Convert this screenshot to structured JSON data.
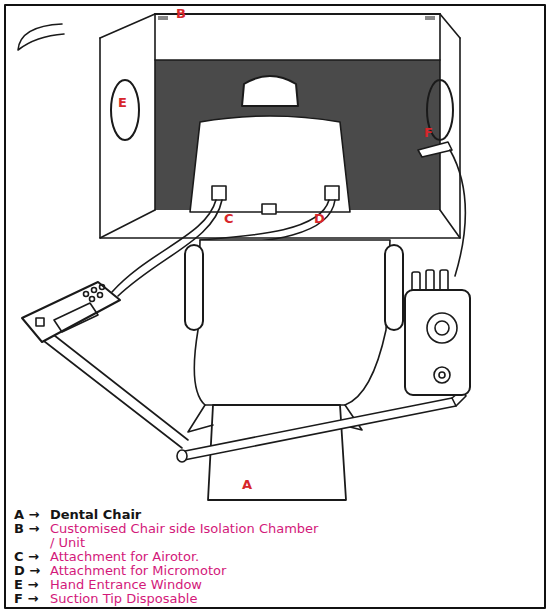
{
  "diagram": {
    "labels": [
      "B",
      "E",
      "F",
      "C",
      "D",
      "A",
      "A →",
      "Dental Chair",
      "B →",
      "Customised Chair side Isolation Chamber / Unit",
      "C →",
      "Attachment for Airotor.",
      "D →",
      "Attachment for Micromotor",
      "E →",
      "Hand Entrance Window",
      "F →",
      "Suction Tip Disposable"
    ]
  }
}
